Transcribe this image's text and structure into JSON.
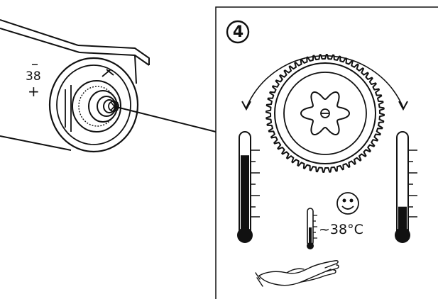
{
  "step": {
    "number": "4"
  },
  "valve_scale": {
    "minus": "–",
    "mark": "38",
    "plus": "+"
  },
  "comfort": {
    "temperature": "~38°C"
  },
  "thermometers": {
    "left_fill_fraction": 0.78,
    "right_fill_fraction": 0.27,
    "small_fill_fraction": 0.5
  },
  "colors": {
    "ink": "#111111",
    "background": "#ffffff"
  },
  "icons": {
    "gear": "gear-knob-icon",
    "rotation": "rotation-arrow-icon",
    "mood": "smiley-face-icon",
    "hand": "open-hand-icon",
    "thermometer": "thermometer-icon"
  }
}
